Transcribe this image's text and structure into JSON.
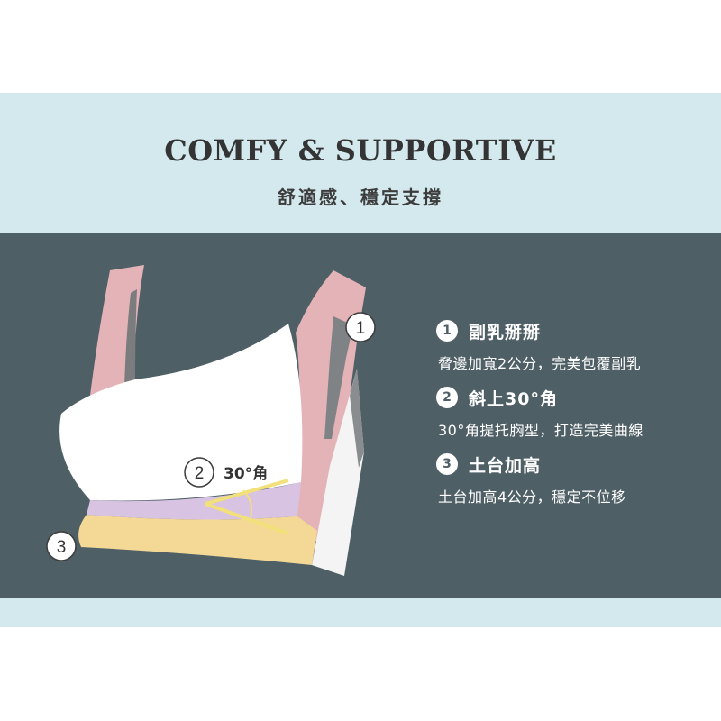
{
  "header": {
    "title_en": "COMFY & SUPPORTIVE",
    "title_zh": "舒適感、穩定支撐"
  },
  "diagram": {
    "markers": [
      {
        "number": "1"
      },
      {
        "number": "2",
        "label": "30°角"
      },
      {
        "number": "3"
      }
    ]
  },
  "features": [
    {
      "number": "1",
      "title": "副乳掰掰",
      "desc": "脅邊加寬2公分，完美包覆副乳"
    },
    {
      "number": "2",
      "title": "斜上30°角",
      "desc": "30°角提托胸型，打造完美曲線"
    },
    {
      "number": "3",
      "title": "土台加高",
      "desc": "土台加高4公分，穩定不位移"
    }
  ],
  "colors": {
    "panel": "#4f5f66",
    "band": "#d3e9ee",
    "strap_pink": "#e3b3b8",
    "cup_white": "#ffffff",
    "band_yellow": "#f3d896",
    "band_lavender": "#d9c3e3",
    "angle_line": "#f2e07a"
  }
}
